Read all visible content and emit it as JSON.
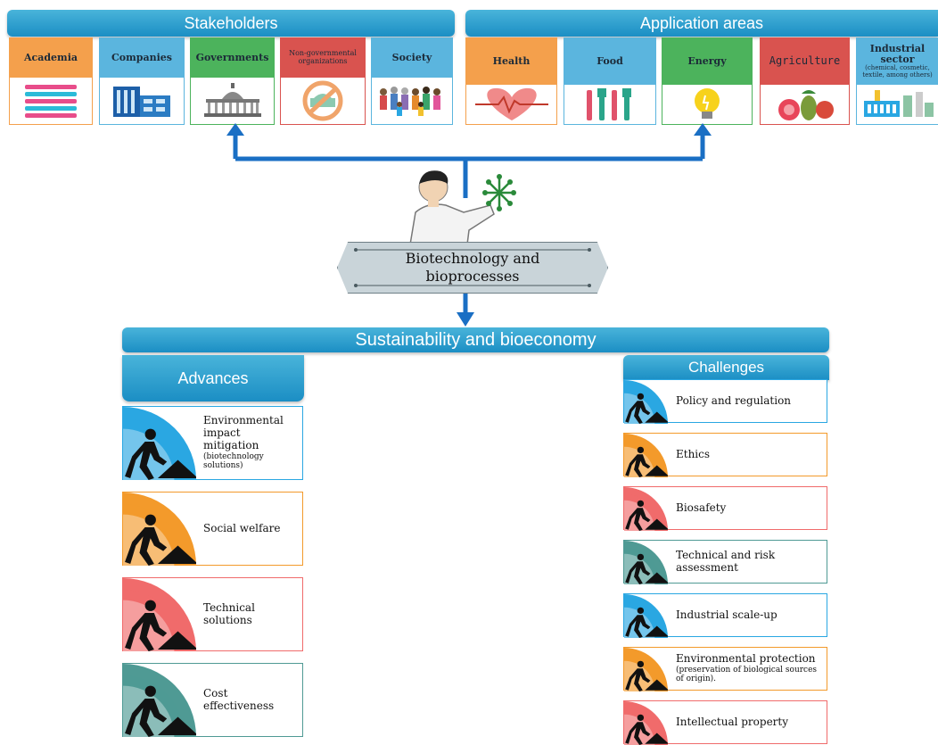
{
  "stakeholders": {
    "title": "Stakeholders",
    "cards": [
      {
        "label": "Academia",
        "color": "#f4a04c"
      },
      {
        "label": "Companies",
        "color": "#5bb5de"
      },
      {
        "label": "Governments",
        "color": "#4cb35c"
      },
      {
        "label": "Non-governmental organizations",
        "color": "#d9534f"
      },
      {
        "label": "Society",
        "color": "#5bb5de"
      }
    ]
  },
  "application_areas": {
    "title": "Application areas",
    "cards": [
      {
        "label": "Health",
        "color": "#f4a04c"
      },
      {
        "label": "Food",
        "color": "#5bb5de"
      },
      {
        "label": "Energy",
        "color": "#4cb35c"
      },
      {
        "label": "Agriculture",
        "color": "#d9534f"
      },
      {
        "label": "Industrial sector",
        "sub": "(chemical, cosmetic, textile, among others)",
        "color": "#5bb5de"
      }
    ]
  },
  "center": {
    "label_line1": "Biotechnology and",
    "label_line2": "bioprocesses"
  },
  "main_banner": "Sustainability and bioeconomy",
  "advances": {
    "title": "Advances",
    "items": [
      {
        "label": "Environmental impact mitigation",
        "sub": "(biotechnology solutions)",
        "color": "#2aa7e2"
      },
      {
        "label": "Social welfare",
        "color": "#f39a2b"
      },
      {
        "label": "Technical solutions",
        "color": "#f06b6b"
      },
      {
        "label": "Cost effectiveness",
        "color": "#4f9a94"
      }
    ]
  },
  "challenges": {
    "title": "Challenges",
    "items": [
      {
        "label": "Policy and regulation",
        "color": "#2aa7e2"
      },
      {
        "label": "Ethics",
        "color": "#f39a2b"
      },
      {
        "label": "Biosafety",
        "color": "#f06b6b"
      },
      {
        "label": "Technical and risk assessment",
        "color": "#4f9a94"
      },
      {
        "label": "Industrial scale-up",
        "color": "#2aa7e2"
      },
      {
        "label": "Environmental protection",
        "sub": "(preservation of biological sources of origin).",
        "color": "#f39a2b"
      },
      {
        "label": "Intellectual property",
        "color": "#f06b6b"
      }
    ]
  }
}
